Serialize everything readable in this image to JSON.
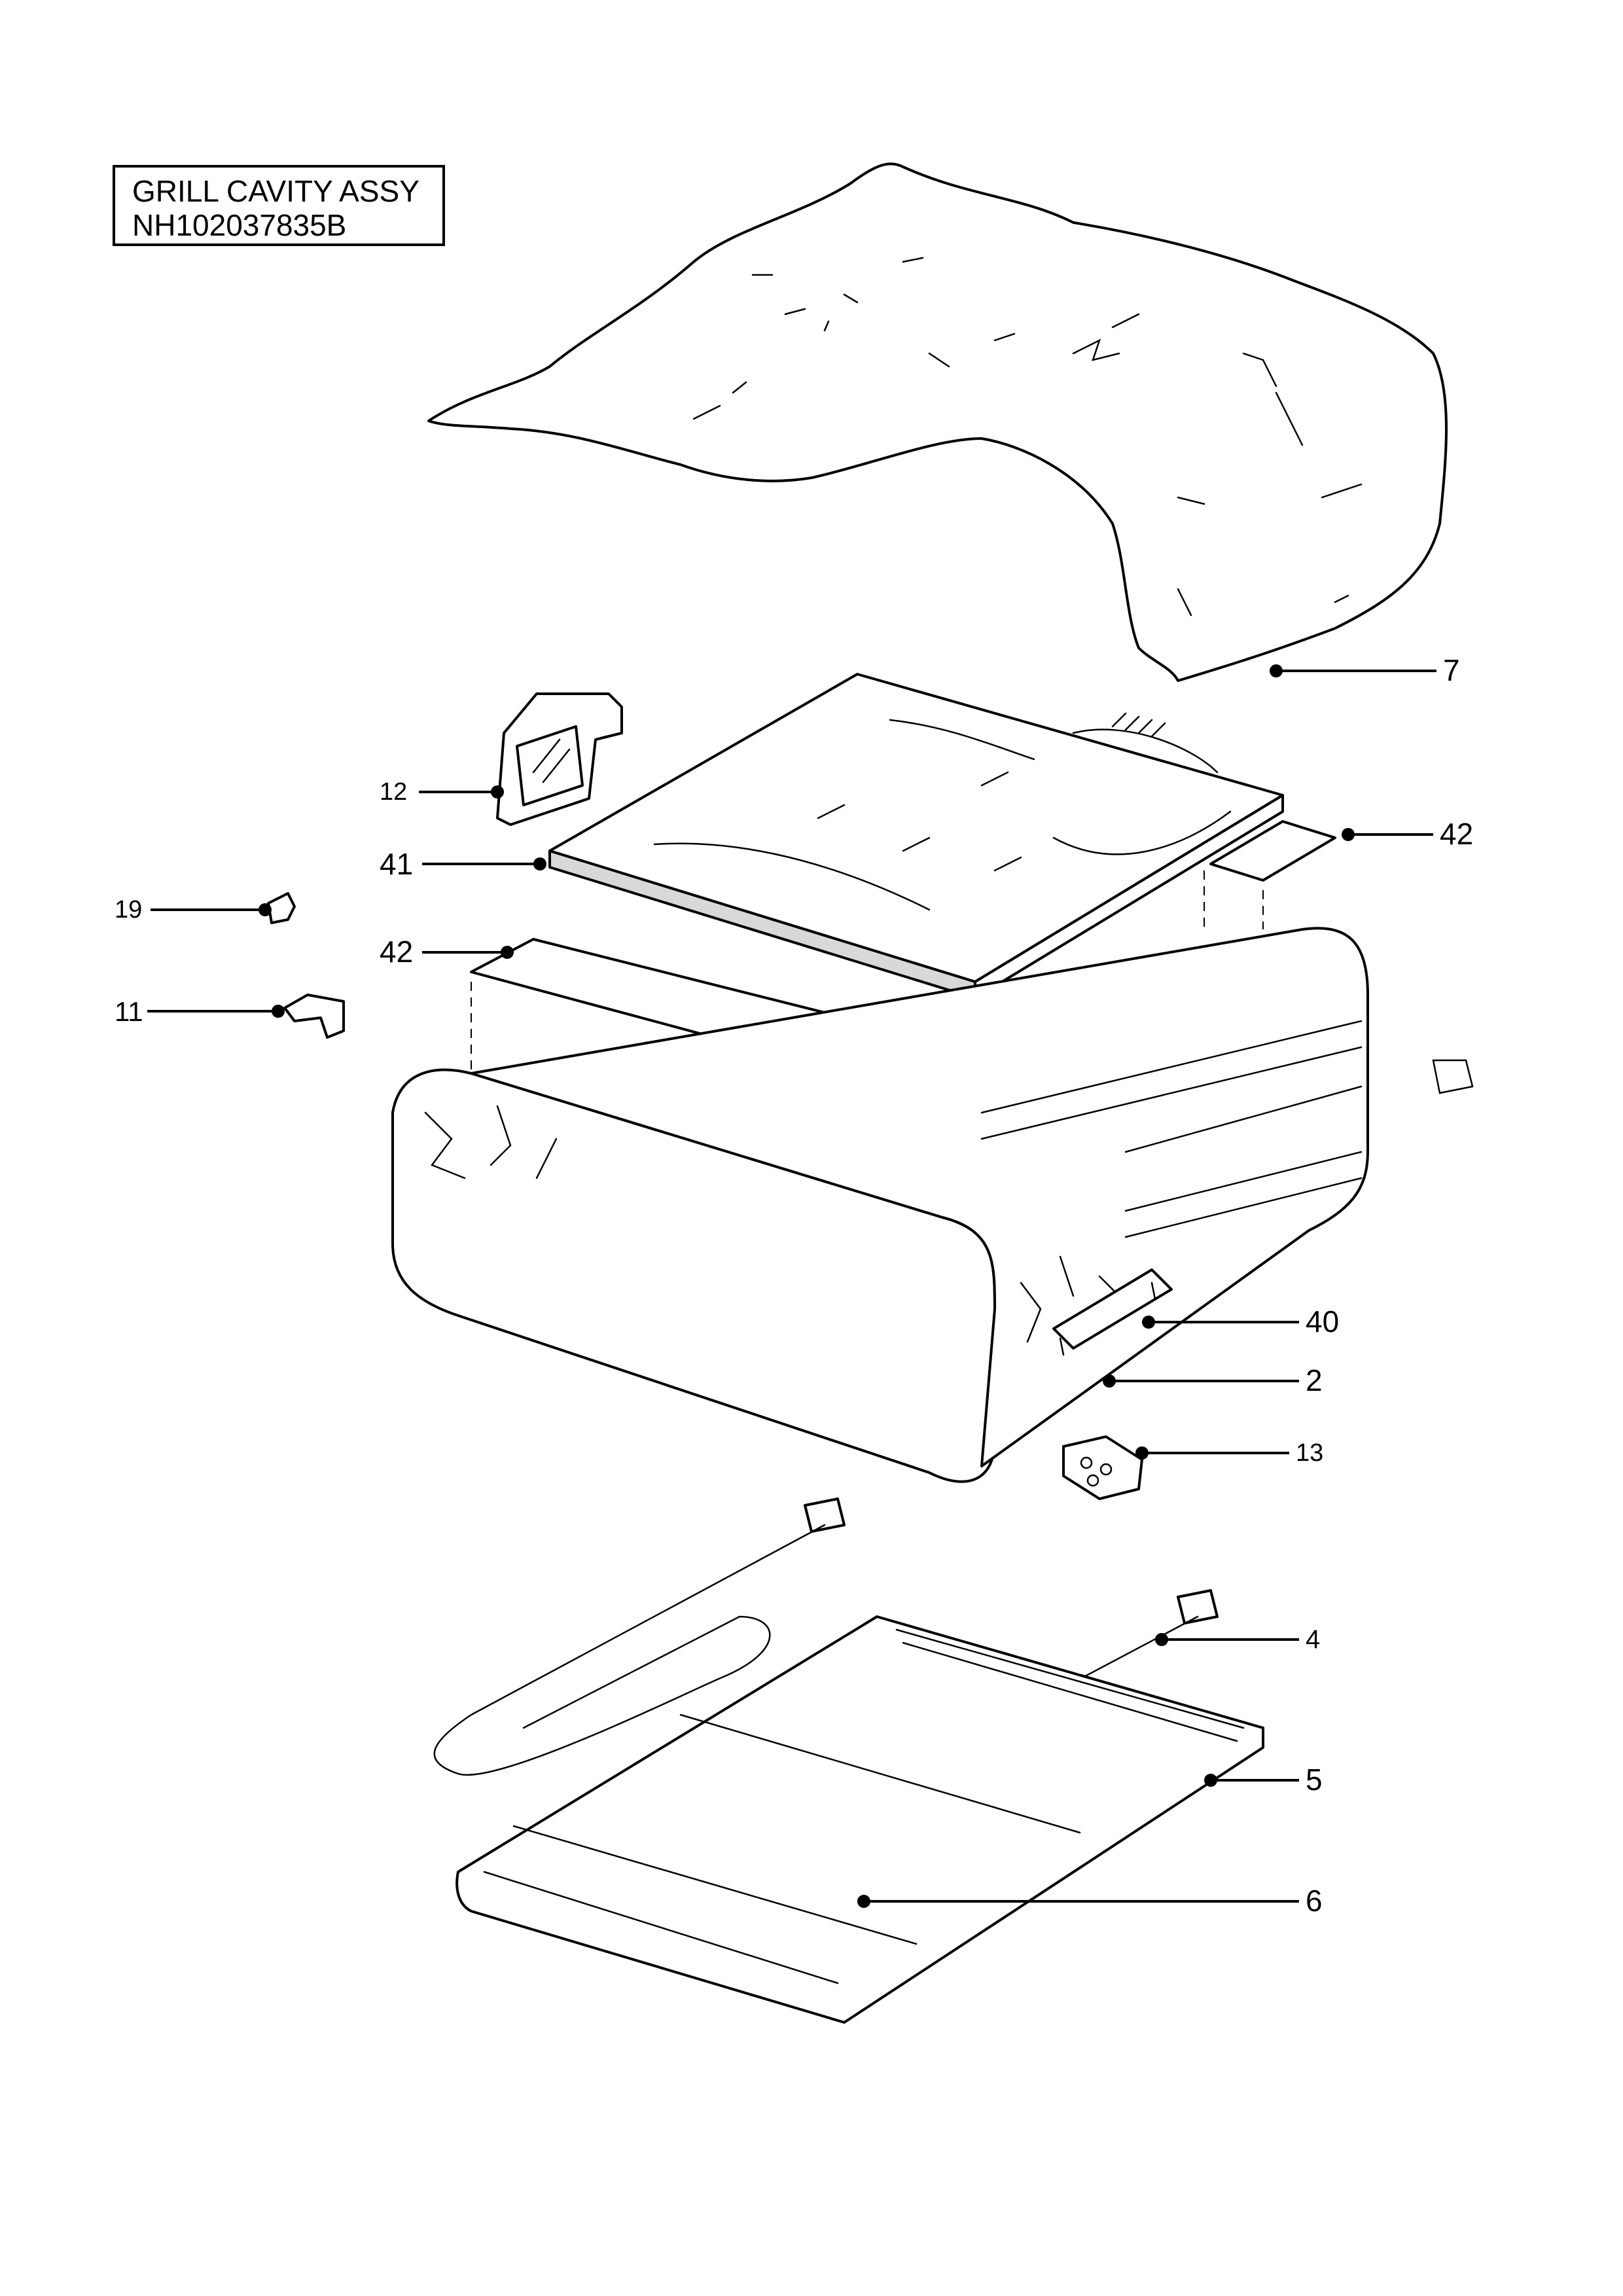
{
  "title_block": {
    "name": "GRILL CAVITY ASSY",
    "code": "NH102037835B"
  },
  "callouts": [
    {
      "id": "7",
      "label": "7"
    },
    {
      "id": "12",
      "label": "12"
    },
    {
      "id": "41",
      "label": "41"
    },
    {
      "id": "42a",
      "label": "42"
    },
    {
      "id": "19",
      "label": "19"
    },
    {
      "id": "42b",
      "label": "42"
    },
    {
      "id": "11",
      "label": "11"
    },
    {
      "id": "40",
      "label": "40"
    },
    {
      "id": "2",
      "label": "2"
    },
    {
      "id": "13",
      "label": "13"
    },
    {
      "id": "4",
      "label": "4"
    },
    {
      "id": "5",
      "label": "5"
    },
    {
      "id": "6",
      "label": "6"
    }
  ]
}
